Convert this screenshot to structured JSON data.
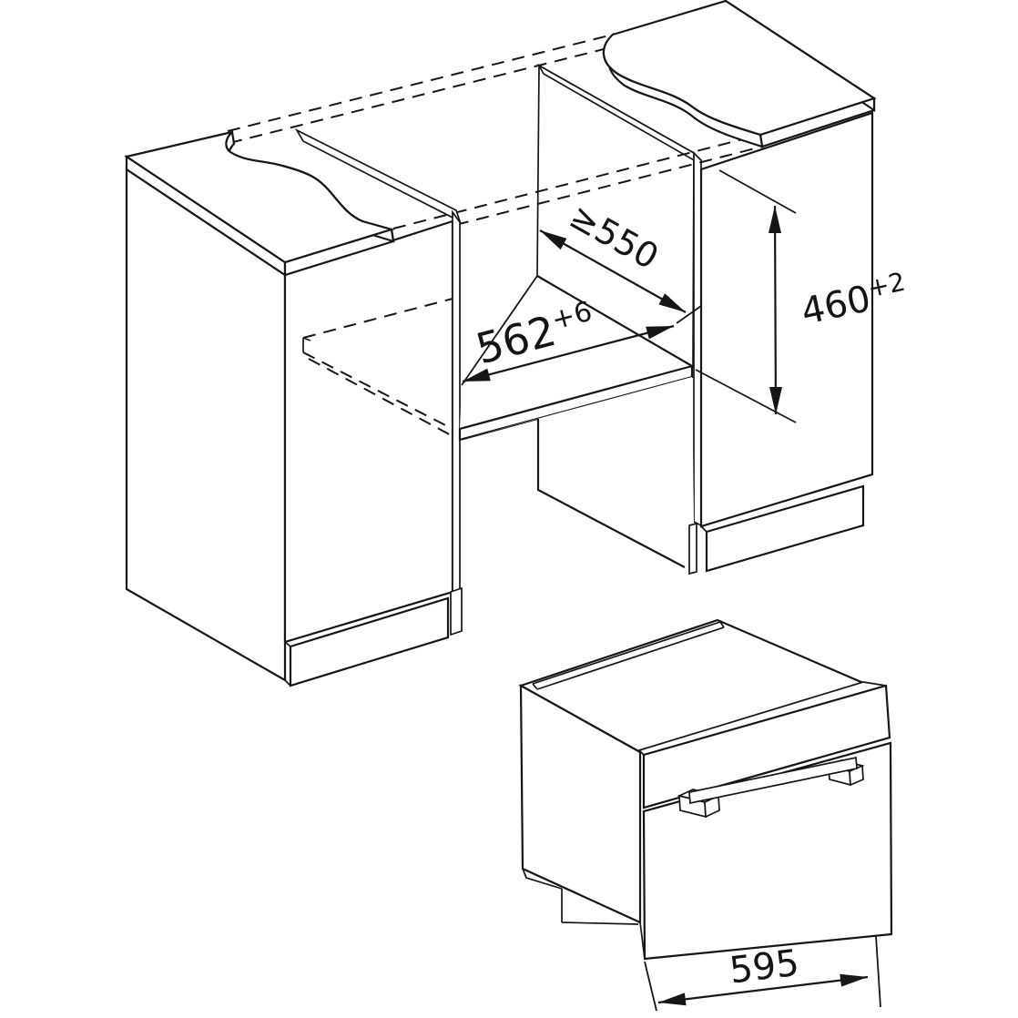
{
  "title": "Built-in compact oven niche installation diagram",
  "colors": {
    "line": "#161616",
    "worktop": "#d7d7d7",
    "worktop_edge": "#e2e2e2",
    "panel_face": "#f1f1f1",
    "panel_edge": "#e6e6e6",
    "shelf_edge": "#d2d2d2",
    "door": "#dadada",
    "control_panel": "#f8f8f8",
    "oven_top": "#fcfcfc",
    "background": "#ffffff"
  },
  "dimensions": {
    "niche_depth": {
      "prefix": "≥",
      "value": "550"
    },
    "niche_width": {
      "value": "562",
      "tolerance": "+6"
    },
    "niche_height": {
      "value": "460",
      "tolerance": "+2"
    },
    "appliance_width": {
      "value": "595"
    }
  }
}
